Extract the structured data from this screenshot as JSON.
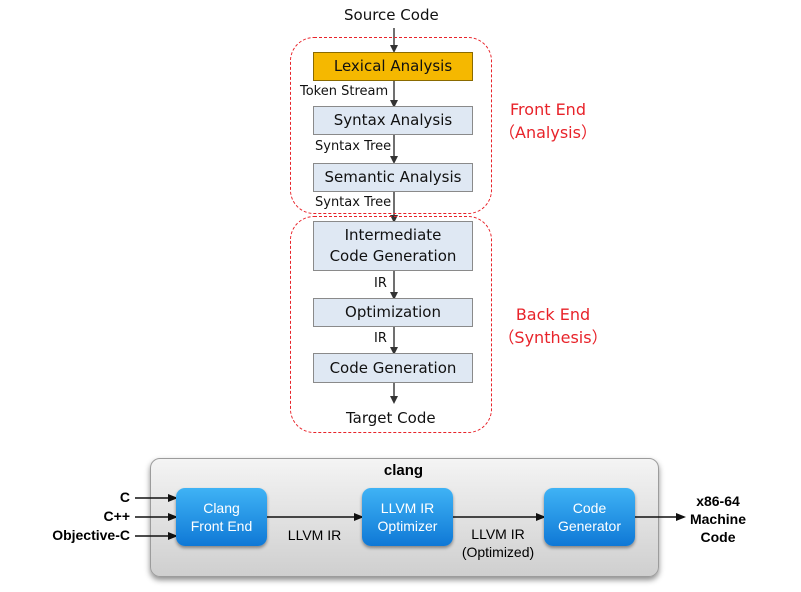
{
  "pipeline": {
    "source": "Source Code",
    "target": "Target Code",
    "stages": [
      {
        "label": "Lexical Analysis"
      },
      {
        "label": "Syntax Analysis"
      },
      {
        "label": "Semantic Analysis"
      },
      {
        "label_line1": "Intermediate",
        "label_line2": "Code Generation"
      },
      {
        "label": "Optimization"
      },
      {
        "label": "Code Generation"
      }
    ],
    "edges": [
      "Token Stream",
      "Syntax Tree",
      "Syntax Tree",
      "IR",
      "IR"
    ],
    "front_end": {
      "title": "Front End",
      "subtitle": "（Analysis）"
    },
    "back_end": {
      "title": "Back End",
      "subtitle": "（Synthesis）"
    }
  },
  "clang": {
    "title": "clang",
    "inputs": [
      "C",
      "C++",
      "Objective-C"
    ],
    "blocks": [
      {
        "line1": "Clang",
        "line2": "Front End"
      },
      {
        "line1": "LLVM IR",
        "line2": "Optimizer"
      },
      {
        "line1": "Code",
        "line2": "Generator"
      }
    ],
    "edge1": "LLVM IR",
    "edge2_line1": "LLVM IR",
    "edge2_line2": "(Optimized)",
    "output": [
      "x86-64",
      "Machine",
      "Code"
    ]
  },
  "colors": {
    "highlight": "#f5b800",
    "stage_fill": "#dfe8f3",
    "group_border": "#e8232a",
    "block_blue": "#1a8ee6"
  }
}
